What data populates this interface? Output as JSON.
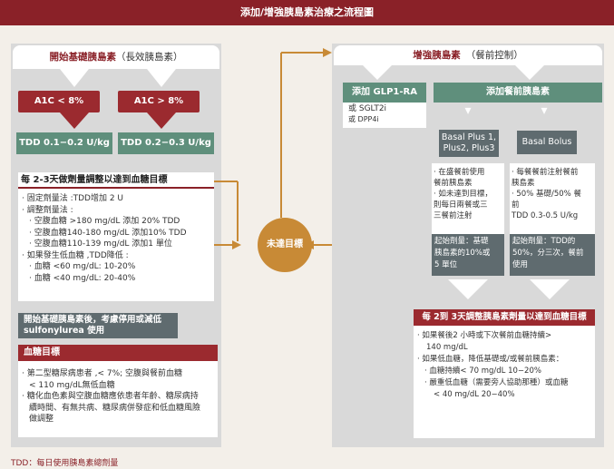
{
  "title": "添加/增強胰島素治療之流程圖",
  "left": {
    "header_main": "開始基礎胰島素",
    "header_sub": "（長效胰島素）",
    "a1c_low": "A1C < 8%",
    "a1c_high": "A1C > 8%",
    "tdd_low": "TDD 0.1−0.2 U/kg",
    "tdd_high": "TDD 0.2−0.3 U/kg",
    "adjust_title": "每 2-3天做劑量調整以達到血糖目標",
    "adjust_lines": [
      "· 固定劑量法 :TDD增加 2 U",
      "· 調整劑量法 :",
      "  · 空腹血糖 >180 mg/dL 添加 20% TDD",
      "  · 空腹血糖140-180 mg/dL 添加10% TDD",
      "  · 空腹血糖110-139 mg/dL 添加1 單位",
      "· 如果發生低血糖 ,TDD降低 :",
      "  · 血糖 <60 mg/dL: 10-20%",
      "  · 血糖 <40 mg/dL: 20-40%"
    ],
    "sulfonylurea_note": "開始基礎胰島素後，考慮停用或減低 sulfonylurea 使用",
    "target_title": "血糖目標",
    "target_lines": [
      "· 第二型糖尿病患者 ,< 7%; 空腹與餐前血糖",
      "  < 110 mg/dL無低血糖",
      "· 糖化血色素與空腹血糖應依患者年齡、糖尿病持",
      "  續時間、有無共病、糖尿病併發症和低血糖風險",
      "  做調整"
    ]
  },
  "center": {
    "goal_label": "未達目標"
  },
  "right": {
    "header_main": "增強胰島素",
    "header_sub": "（餐前控制）",
    "add_glp1": "添加 GLP1-RA",
    "or_sglt2": "或 SGLT2i",
    "or_dpp4": "或 DPP4i",
    "add_prandial": "添加餐前胰島素",
    "basal_plus": "Basal Plus 1,\nPlus2, Plus3",
    "basal_bolus": "Basal Bolus",
    "plus_desc": [
      "· 在盛餐前使用",
      "  餐前胰島素",
      "· 如未達到目標，",
      "  則每日兩餐或三",
      "  三餐前注射"
    ],
    "plus_start": "起始劑量：基礎\n胰島素的10%或\n5 單位",
    "bolus_desc": [
      "· 每餐餐前注射餐前",
      "  胰島素",
      "· 50% 基礎/50% 餐",
      "  前",
      "  TDD 0.3-0.5 U/kg"
    ],
    "bolus_start": "起始劑量：TDD的\n50%，分三次，餐前\n使用",
    "adjust_title": "每 2到 3天調整胰島素劑量以達到血糖目標",
    "adjust_lines": [
      "· 如果餐後2 小時或下次餐前血糖持續>",
      "  140 mg/dL",
      "· 如果低血糖，降低基礎或/或餐前胰島素：",
      "  · 血糖持續< 70 mg/dL 10−20%",
      "  · 嚴重低血糖（需要旁人協助那種）或血糖",
      "    < 40 mg/dL 20−40%"
    ]
  },
  "footnote": "TDD：每日使用胰島素總劑量",
  "colors": {
    "maroon": "#8a2128",
    "teal": "#5f8f7c",
    "slate": "#5f6b6f",
    "gold": "#c88a36",
    "panel": "#d9d9d9"
  }
}
